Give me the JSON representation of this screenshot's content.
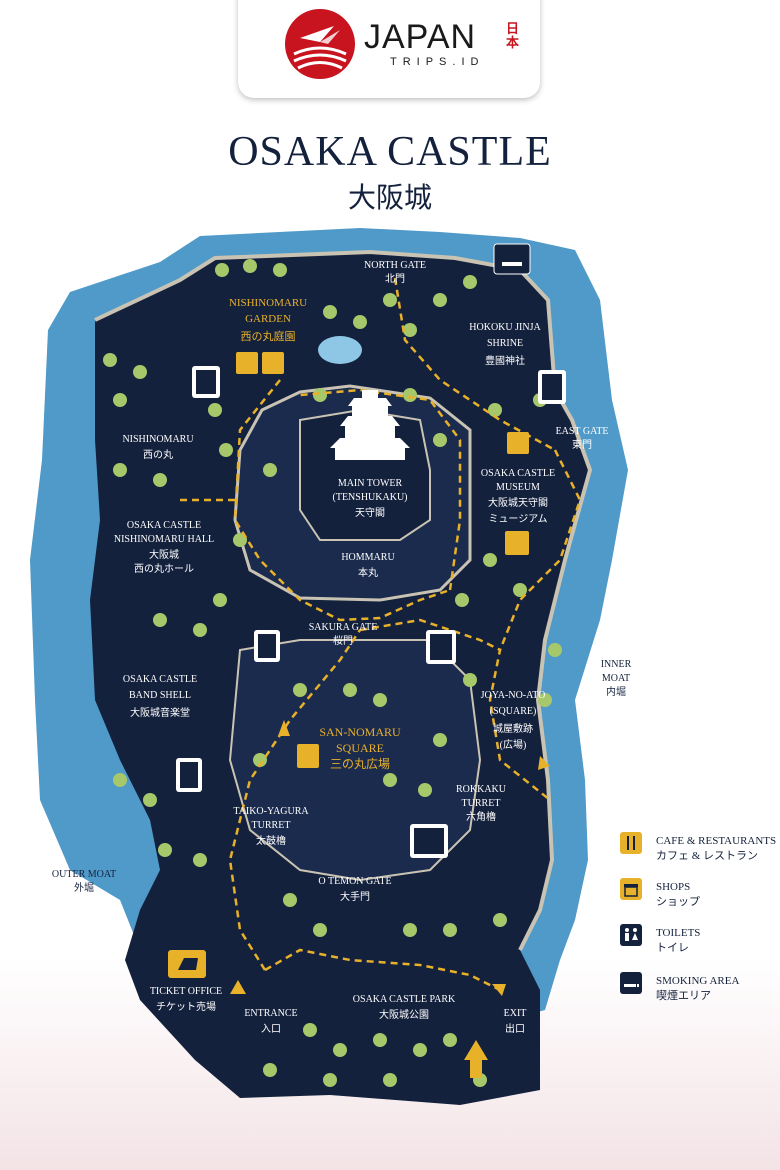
{
  "brand": {
    "name": "JAPAN",
    "sub": "TRIPS.ID",
    "kanji": "日本"
  },
  "title": {
    "en": "OSAKA CASTLE",
    "jp": "大阪城"
  },
  "places": {
    "north_gate": {
      "en": "NORTH GATE",
      "jp": "北門"
    },
    "nishinomaru_garden": {
      "en1": "NISHINOMARU",
      "en2": "GARDEN",
      "jp": "西の丸庭園"
    },
    "hokoku": {
      "en1": "HOKOKU JINJA",
      "en2": "SHRINE",
      "jp": "豊國神社"
    },
    "nishinomaru": {
      "en": "NISHINOMARU",
      "jp": "西の丸"
    },
    "main_tower": {
      "en1": "MAIN TOWER",
      "en2": "(TENSHUKAKU)",
      "jp": "天守閣"
    },
    "east_gate": {
      "en": "EAST GATE",
      "jp": "東門"
    },
    "museum": {
      "en1": "OSAKA CASTLE",
      "en2": "MUSEUM",
      "jp1": "大阪城天守閣",
      "jp2": "ミュージアム"
    },
    "hall": {
      "en1": "OSAKA CASTLE",
      "en2": "NISHINOMARU HALL",
      "jp1": "大阪城",
      "jp2": "西の丸ホール"
    },
    "hommaru": {
      "en": "HOMMARU",
      "jp": "本丸"
    },
    "sakura_gate": {
      "en": "SAKURA GATE",
      "jp": "桜門"
    },
    "band_shell": {
      "en1": "OSAKA CASTLE",
      "en2": "BAND SHELL",
      "jp": "大阪城音楽堂"
    },
    "san_nomaru": {
      "en1": "SAN-NOMARU",
      "en2": "SQUARE",
      "jp": "三の丸広場"
    },
    "joya": {
      "en1": "JOYA-NO-ATO",
      "en2": "(SQUARE)",
      "jp1": "城屋敷跡",
      "jp2": "(広場)"
    },
    "taiko": {
      "en": "TAIKO-YAGURA",
      "en2": "TURRET",
      "jp": "太鼓櫓"
    },
    "rokkaku": {
      "en1": "ROKKAKU",
      "en2": "TURRET",
      "jp": "六角櫓"
    },
    "otemon": {
      "en": "O TEMON GATE",
      "jp": "大手門"
    },
    "ticket": {
      "en": "TICKET OFFICE",
      "jp": "チケット売場"
    },
    "entrance": {
      "en": "ENTRANCE",
      "jp": "入口"
    },
    "park": {
      "en": "OSAKA CASTLE PARK",
      "jp": "大阪城公園"
    },
    "exit": {
      "en": "EXIT",
      "jp": "出口"
    }
  },
  "moats": {
    "inner": {
      "en1": "INNER",
      "en2": "MOAT",
      "jp": "内堀"
    },
    "outer": {
      "en": "OUTER MOAT",
      "jp": "外堀"
    }
  },
  "legend": [
    {
      "icon": "cafe-icon",
      "en": "CAFE & RESTAURANTS",
      "jp": "カフェ & レストラン"
    },
    {
      "icon": "shop-icon",
      "en": "SHOPS",
      "jp": "ショップ"
    },
    {
      "icon": "toilet-icon",
      "en": "TOILETS",
      "jp": "トイレ"
    },
    {
      "icon": "smoking-icon",
      "en": "SMOKING AREA",
      "jp": "喫煙エリア"
    }
  ],
  "colors": {
    "navy": "#14213d",
    "gold": "#e8b12a",
    "moat": "#4f9ac9",
    "tree": "#a7c86a",
    "brand_red": "#c8141e"
  }
}
